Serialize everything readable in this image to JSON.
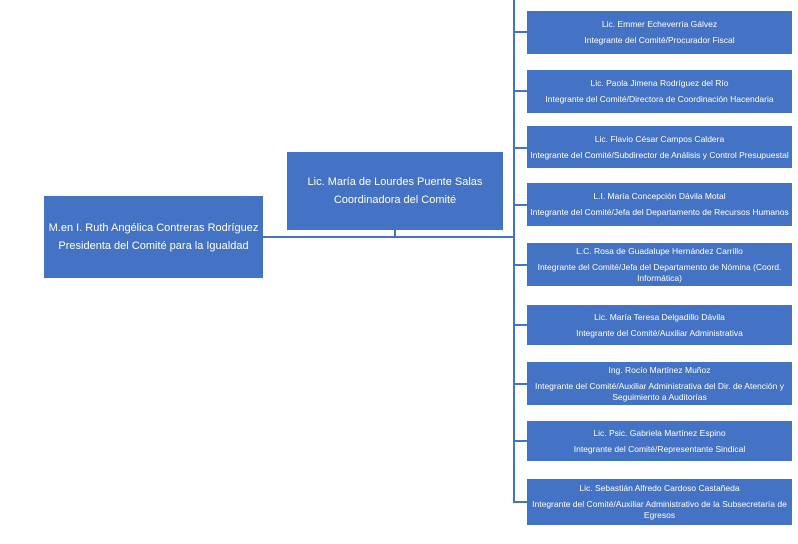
{
  "president": {
    "name": "M.en I. Ruth Angélica Contreras Rodríguez",
    "role": "Presidenta del Comité para la Igualdad"
  },
  "coordinator": {
    "name": "Lic. María de Lourdes Puente Salas",
    "role": "Coordinadora del Comité"
  },
  "members": [
    {
      "name": "Lic. Emmer Echeverría Gálvez",
      "role": "Integrante del Comité/Procurador Fiscal"
    },
    {
      "name": "Lic. Paola Jimena Rodríguez del Río",
      "role": "Integrante del Comité/Directora de Coordinación Hacendaria"
    },
    {
      "name": "Lic. Flavio César Campos Caldera",
      "role": "Integrante del Comité/Subdirector de Análisis y Control Presupuestal"
    },
    {
      "name": "L.I. María Concepción Dávila Motal",
      "role": "Integrante del Comité/Jefa del Departamento de Recursos Humanos"
    },
    {
      "name": "L.C. Rosa de Guadalupe Hernández Carrillo",
      "role": "Integrante del Comité/Jefa del Departamento de Nómina (Coord. Informática)"
    },
    {
      "name": "Lic. María Teresa Delgadillo Dávila",
      "role": "Integrante del Comité/Auxiliar Administrativa"
    },
    {
      "name": "Ing. Rocío Martínez Muñoz",
      "role": "Integrante del Comité/Auxiliar Administrativa del Dir. de Atención y Seguimiento a Auditorías"
    },
    {
      "name": "Lic. Psic. Gabriela Martínez Espino",
      "role": "Integrante del Comité/Representante Sindical"
    },
    {
      "name": "Lic. Sebastián Alfredo Cardoso Castañeda",
      "role": "Integrante del Comité/Auxiliar Administrativo de la Subsecretaría de Egresos"
    }
  ]
}
